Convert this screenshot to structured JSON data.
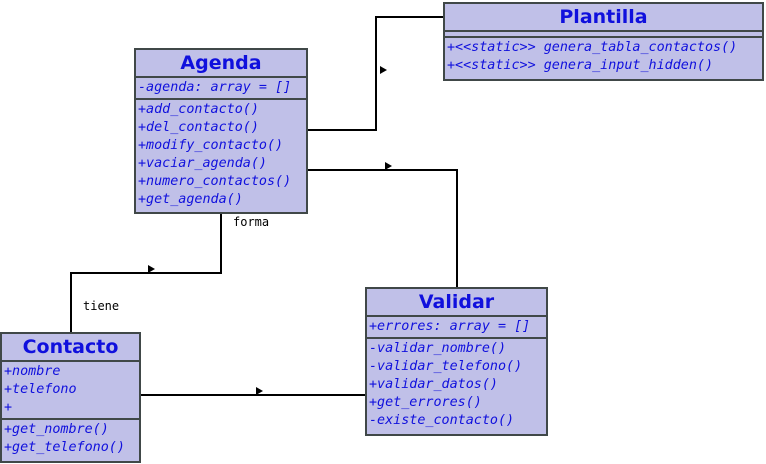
{
  "classes": {
    "plantilla": {
      "name": "Plantilla",
      "attributes": [],
      "methods": [
        "+<<static>> genera_tabla_contactos()",
        "+<<static>> genera_input_hidden()"
      ]
    },
    "agenda": {
      "name": "Agenda",
      "attributes": [
        "-agenda: array = []"
      ],
      "methods": [
        "+add_contacto()",
        "+del_contacto()",
        "+modify_contacto()",
        "+vaciar_agenda()",
        "+numero_contactos()",
        "+get_agenda()"
      ]
    },
    "validar": {
      "name": "Validar",
      "attributes": [
        "+errores: array = []"
      ],
      "methods": [
        "-validar_nombre()",
        "-validar_telefono()",
        "+validar_datos()",
        "+get_errores()",
        "-existe_contacto()"
      ]
    },
    "contacto": {
      "name": "Contacto",
      "attributes": [
        "+nombre",
        "+telefono",
        "+"
      ],
      "methods": [
        "+get_nombre()",
        "+get_telefono()"
      ]
    }
  },
  "labels": {
    "forma": "forma",
    "tiene": "tiene"
  },
  "colors": {
    "class_fill": "#c0c0e8",
    "class_border": "#404848",
    "class_text": "#1010dd",
    "line": "#000000"
  }
}
